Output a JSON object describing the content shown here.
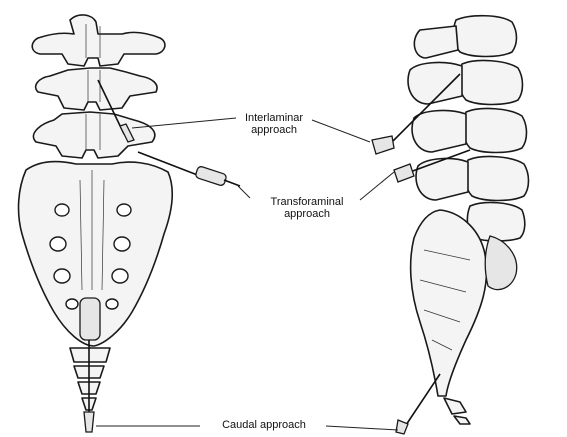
{
  "labels": {
    "interlaminar": [
      "Interlaminar",
      "approach"
    ],
    "transforaminal": [
      "Transforaminal",
      "approach"
    ],
    "caudal": "Caudal approach"
  }
}
